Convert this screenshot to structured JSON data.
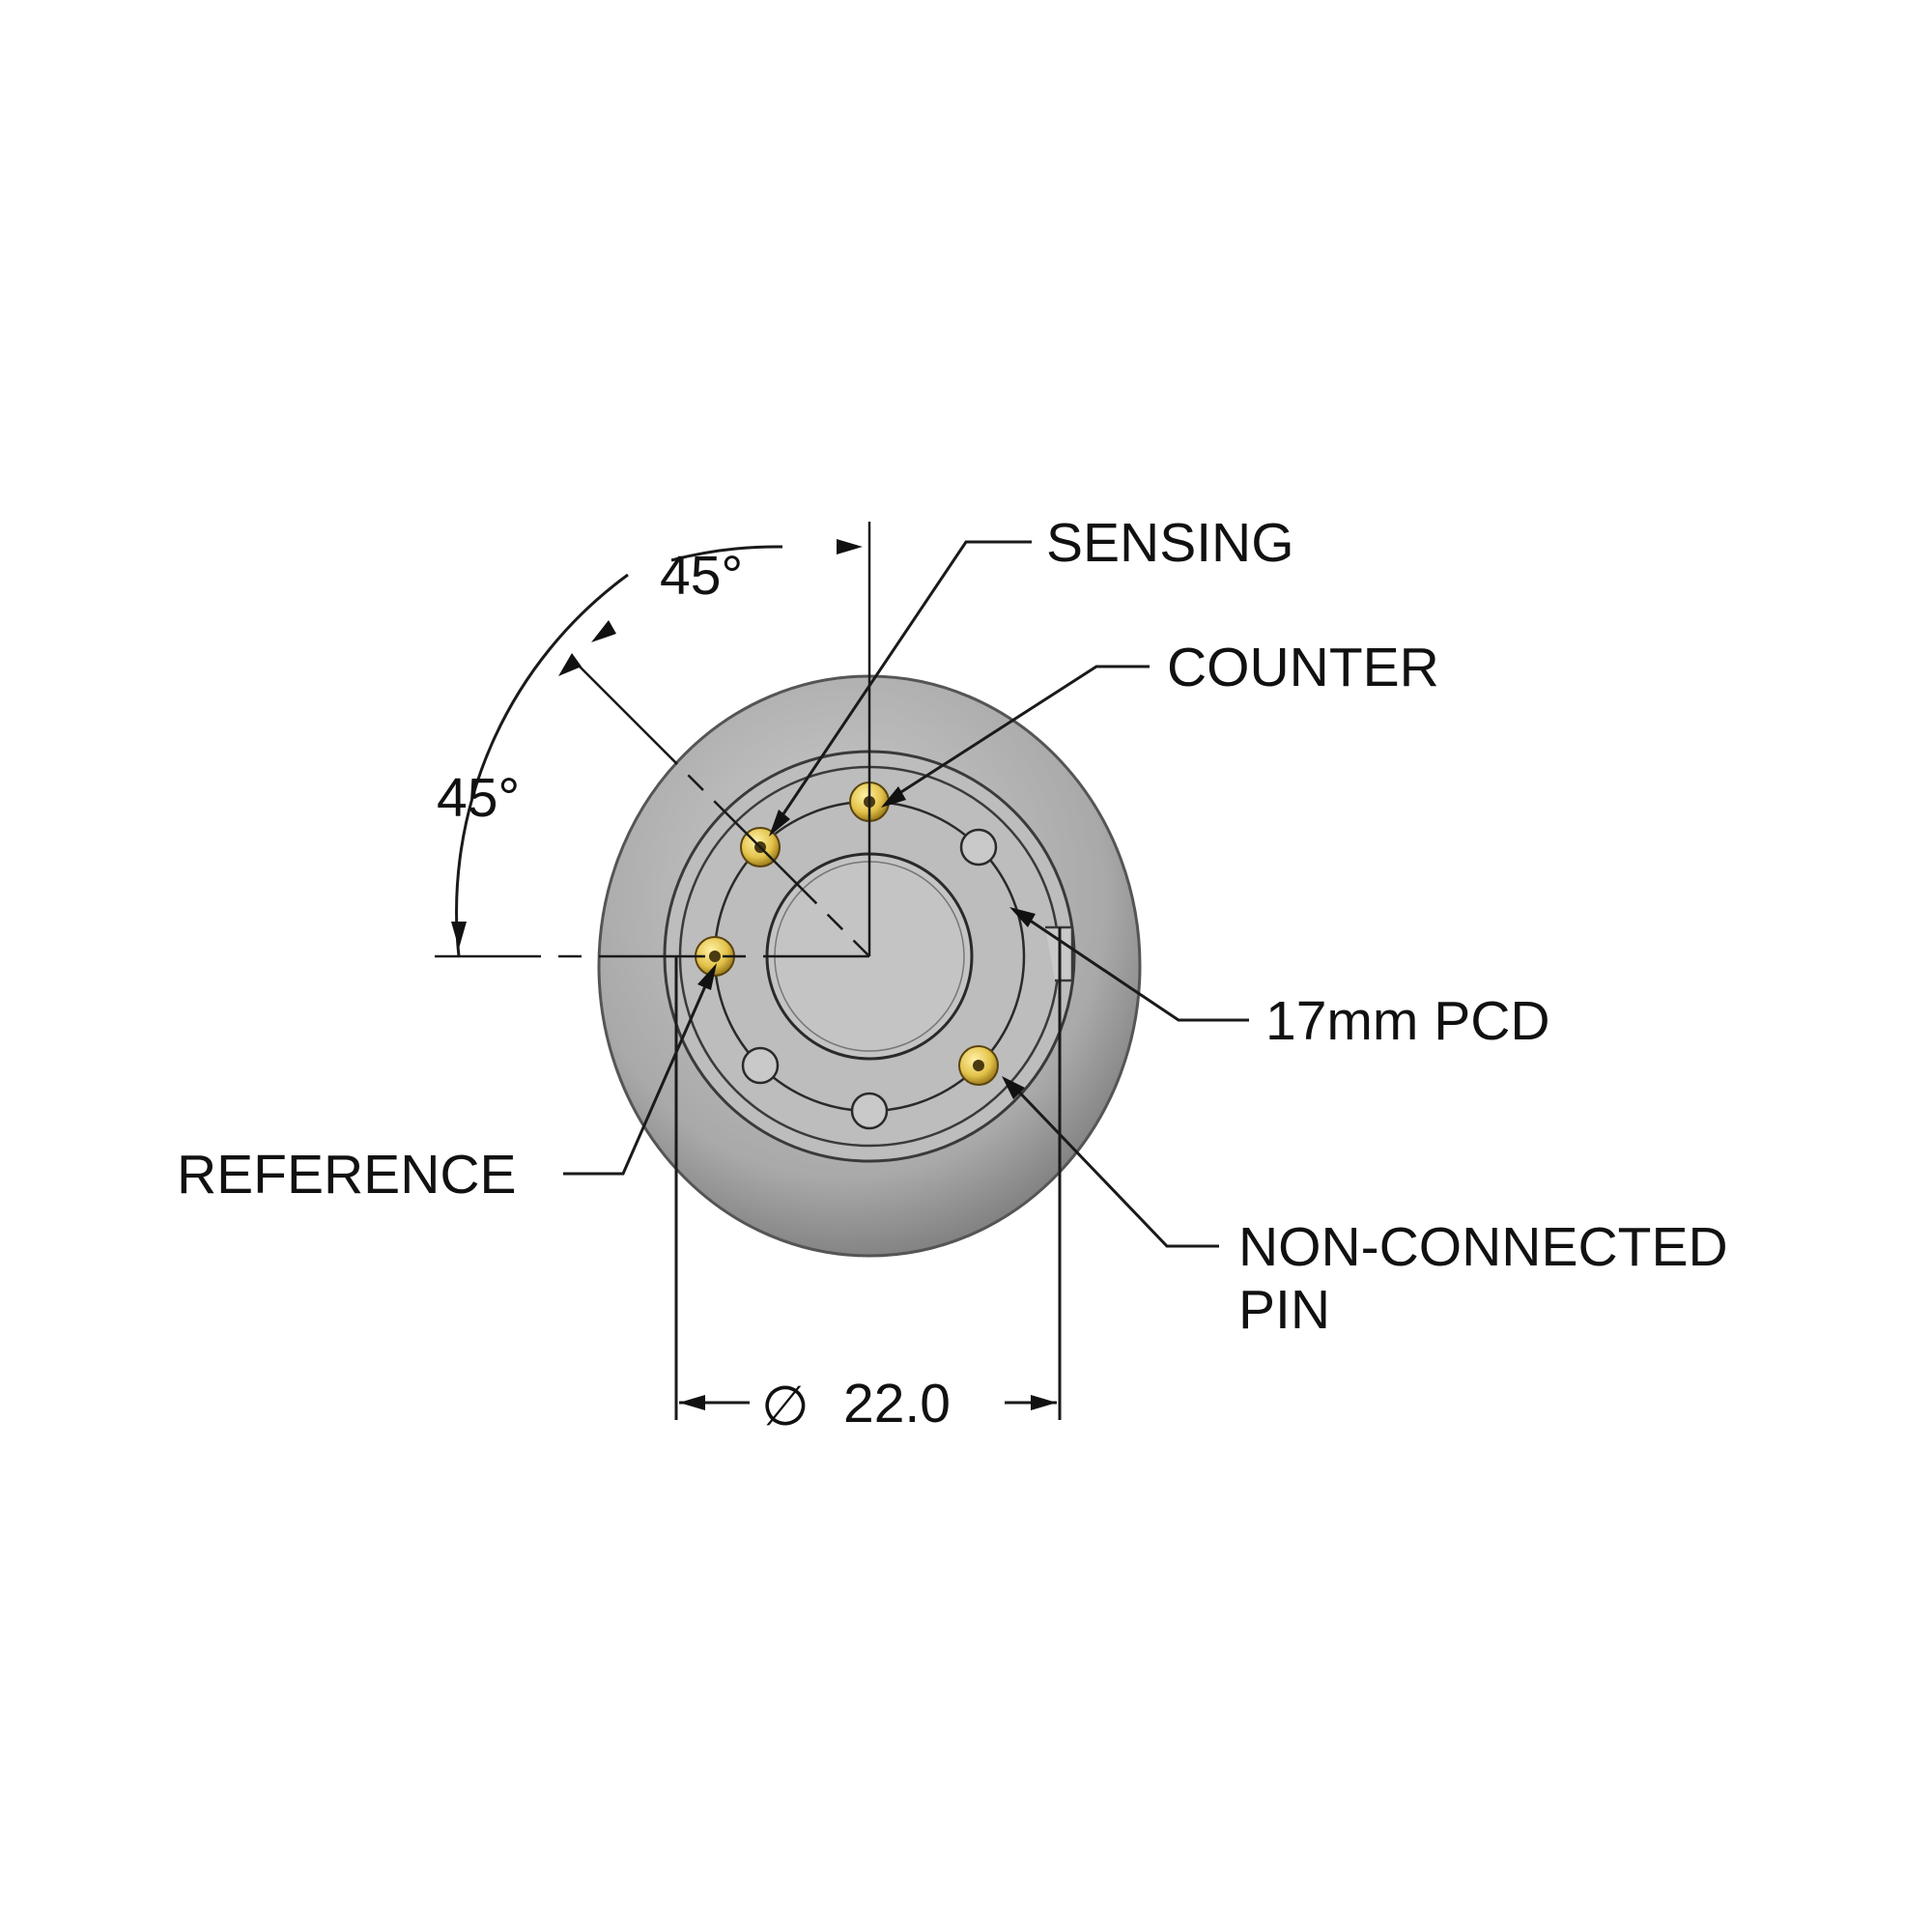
{
  "labels": {
    "sensing": "SENSING",
    "counter": "COUNTER",
    "reference": "REFERENCE",
    "pcd": "17mm PCD",
    "non_connected_line1": "NON-CONNECTED",
    "non_connected_line2": "PIN",
    "angle_upper": "45°",
    "angle_lower": "45°",
    "diameter_symbol": "∅",
    "diameter_value": "22.0"
  },
  "colors": {
    "body_outer": "#a9a9a9",
    "body_face": "#bdbdbd",
    "pin_gold": "#e3c24a",
    "line": "#1a1a1a"
  }
}
